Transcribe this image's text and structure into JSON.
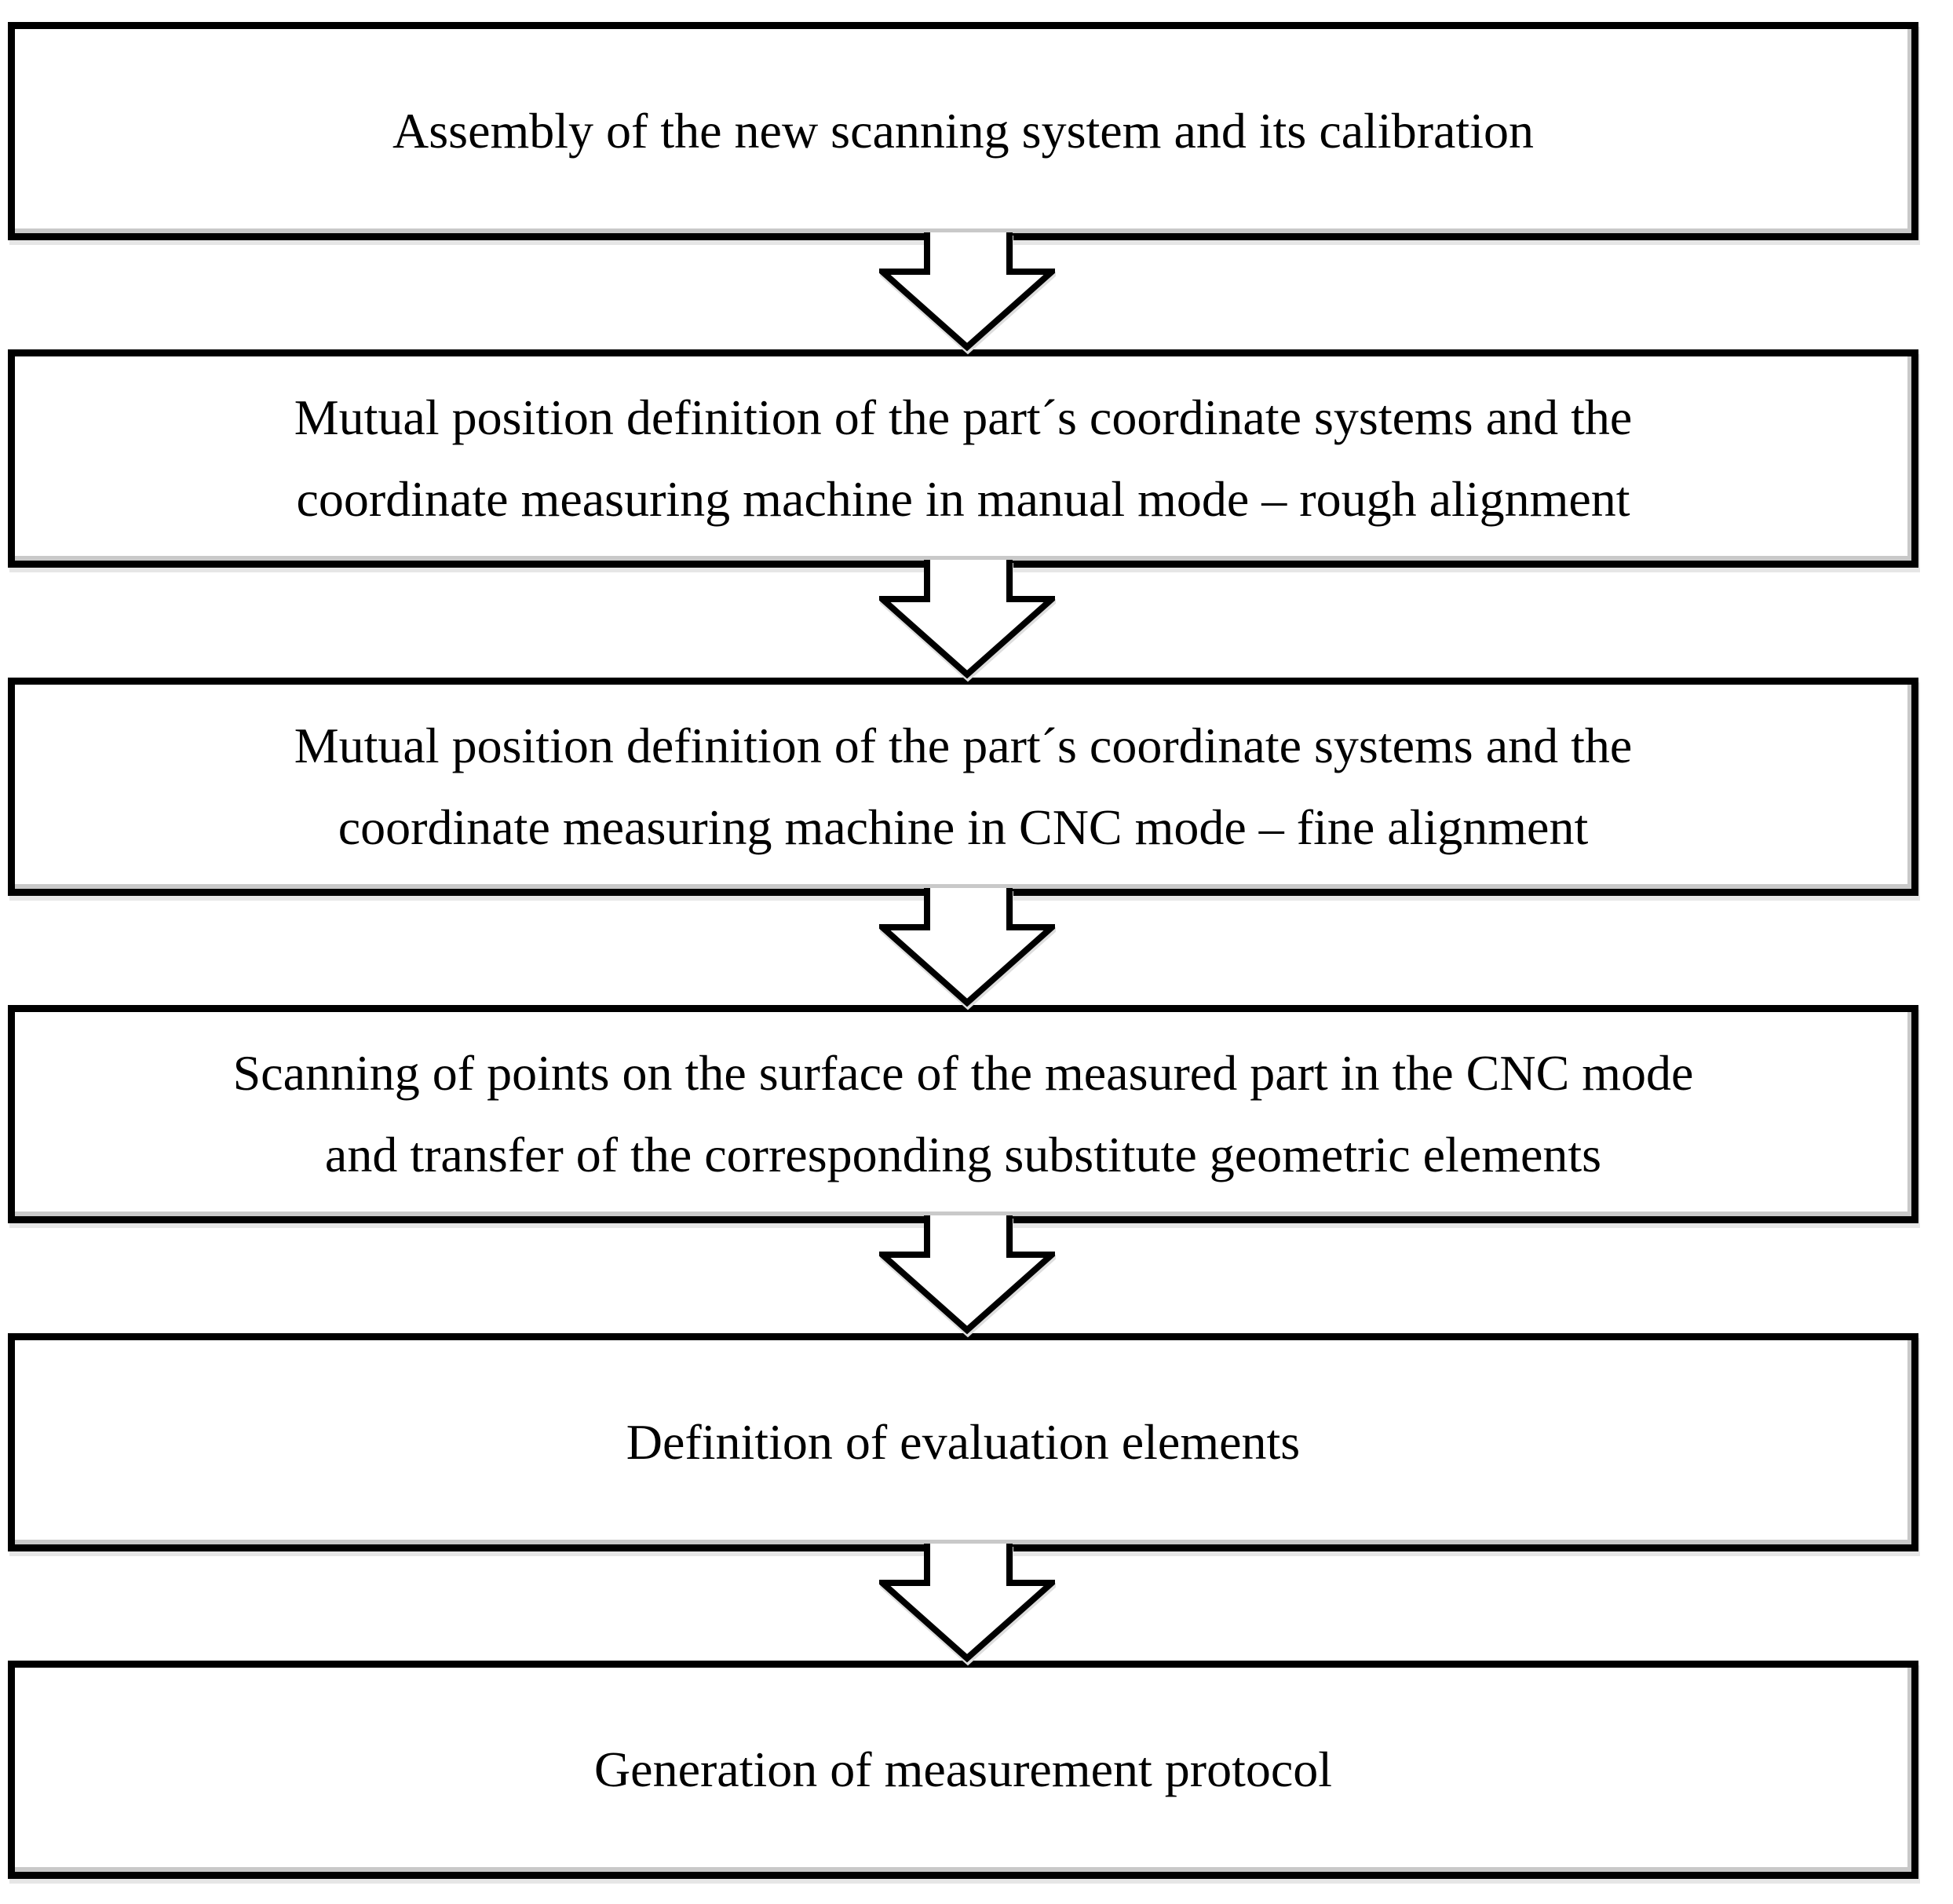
{
  "figure": {
    "type": "flowchart",
    "direction": "top-down",
    "colors": {
      "background": "#ffffff",
      "box_fill": "#ffffff",
      "box_border": "#000000",
      "text": "#000000",
      "shadow": "#c9c9c9"
    },
    "connector_icon": "down-block-arrow",
    "connector_count": 5,
    "steps": [
      {
        "lines": [
          "Assembly of the new scanning system and its calibration"
        ]
      },
      {
        "lines": [
          "Mutual position definition of the part´s coordinate systems and the",
          "coordinate measuring machine in manual mode – rough alignment"
        ]
      },
      {
        "lines": [
          "Mutual position definition of the part´s coordinate systems and the",
          "coordinate measuring machine in CNC mode – fine alignment"
        ]
      },
      {
        "lines": [
          "Scanning of points on the surface of the measured part in the CNC mode",
          "and transfer of the corresponding substitute geometric elements"
        ]
      },
      {
        "lines": [
          "Definition of evaluation elements"
        ]
      },
      {
        "lines": [
          "Generation of measurement protocol"
        ]
      }
    ]
  }
}
